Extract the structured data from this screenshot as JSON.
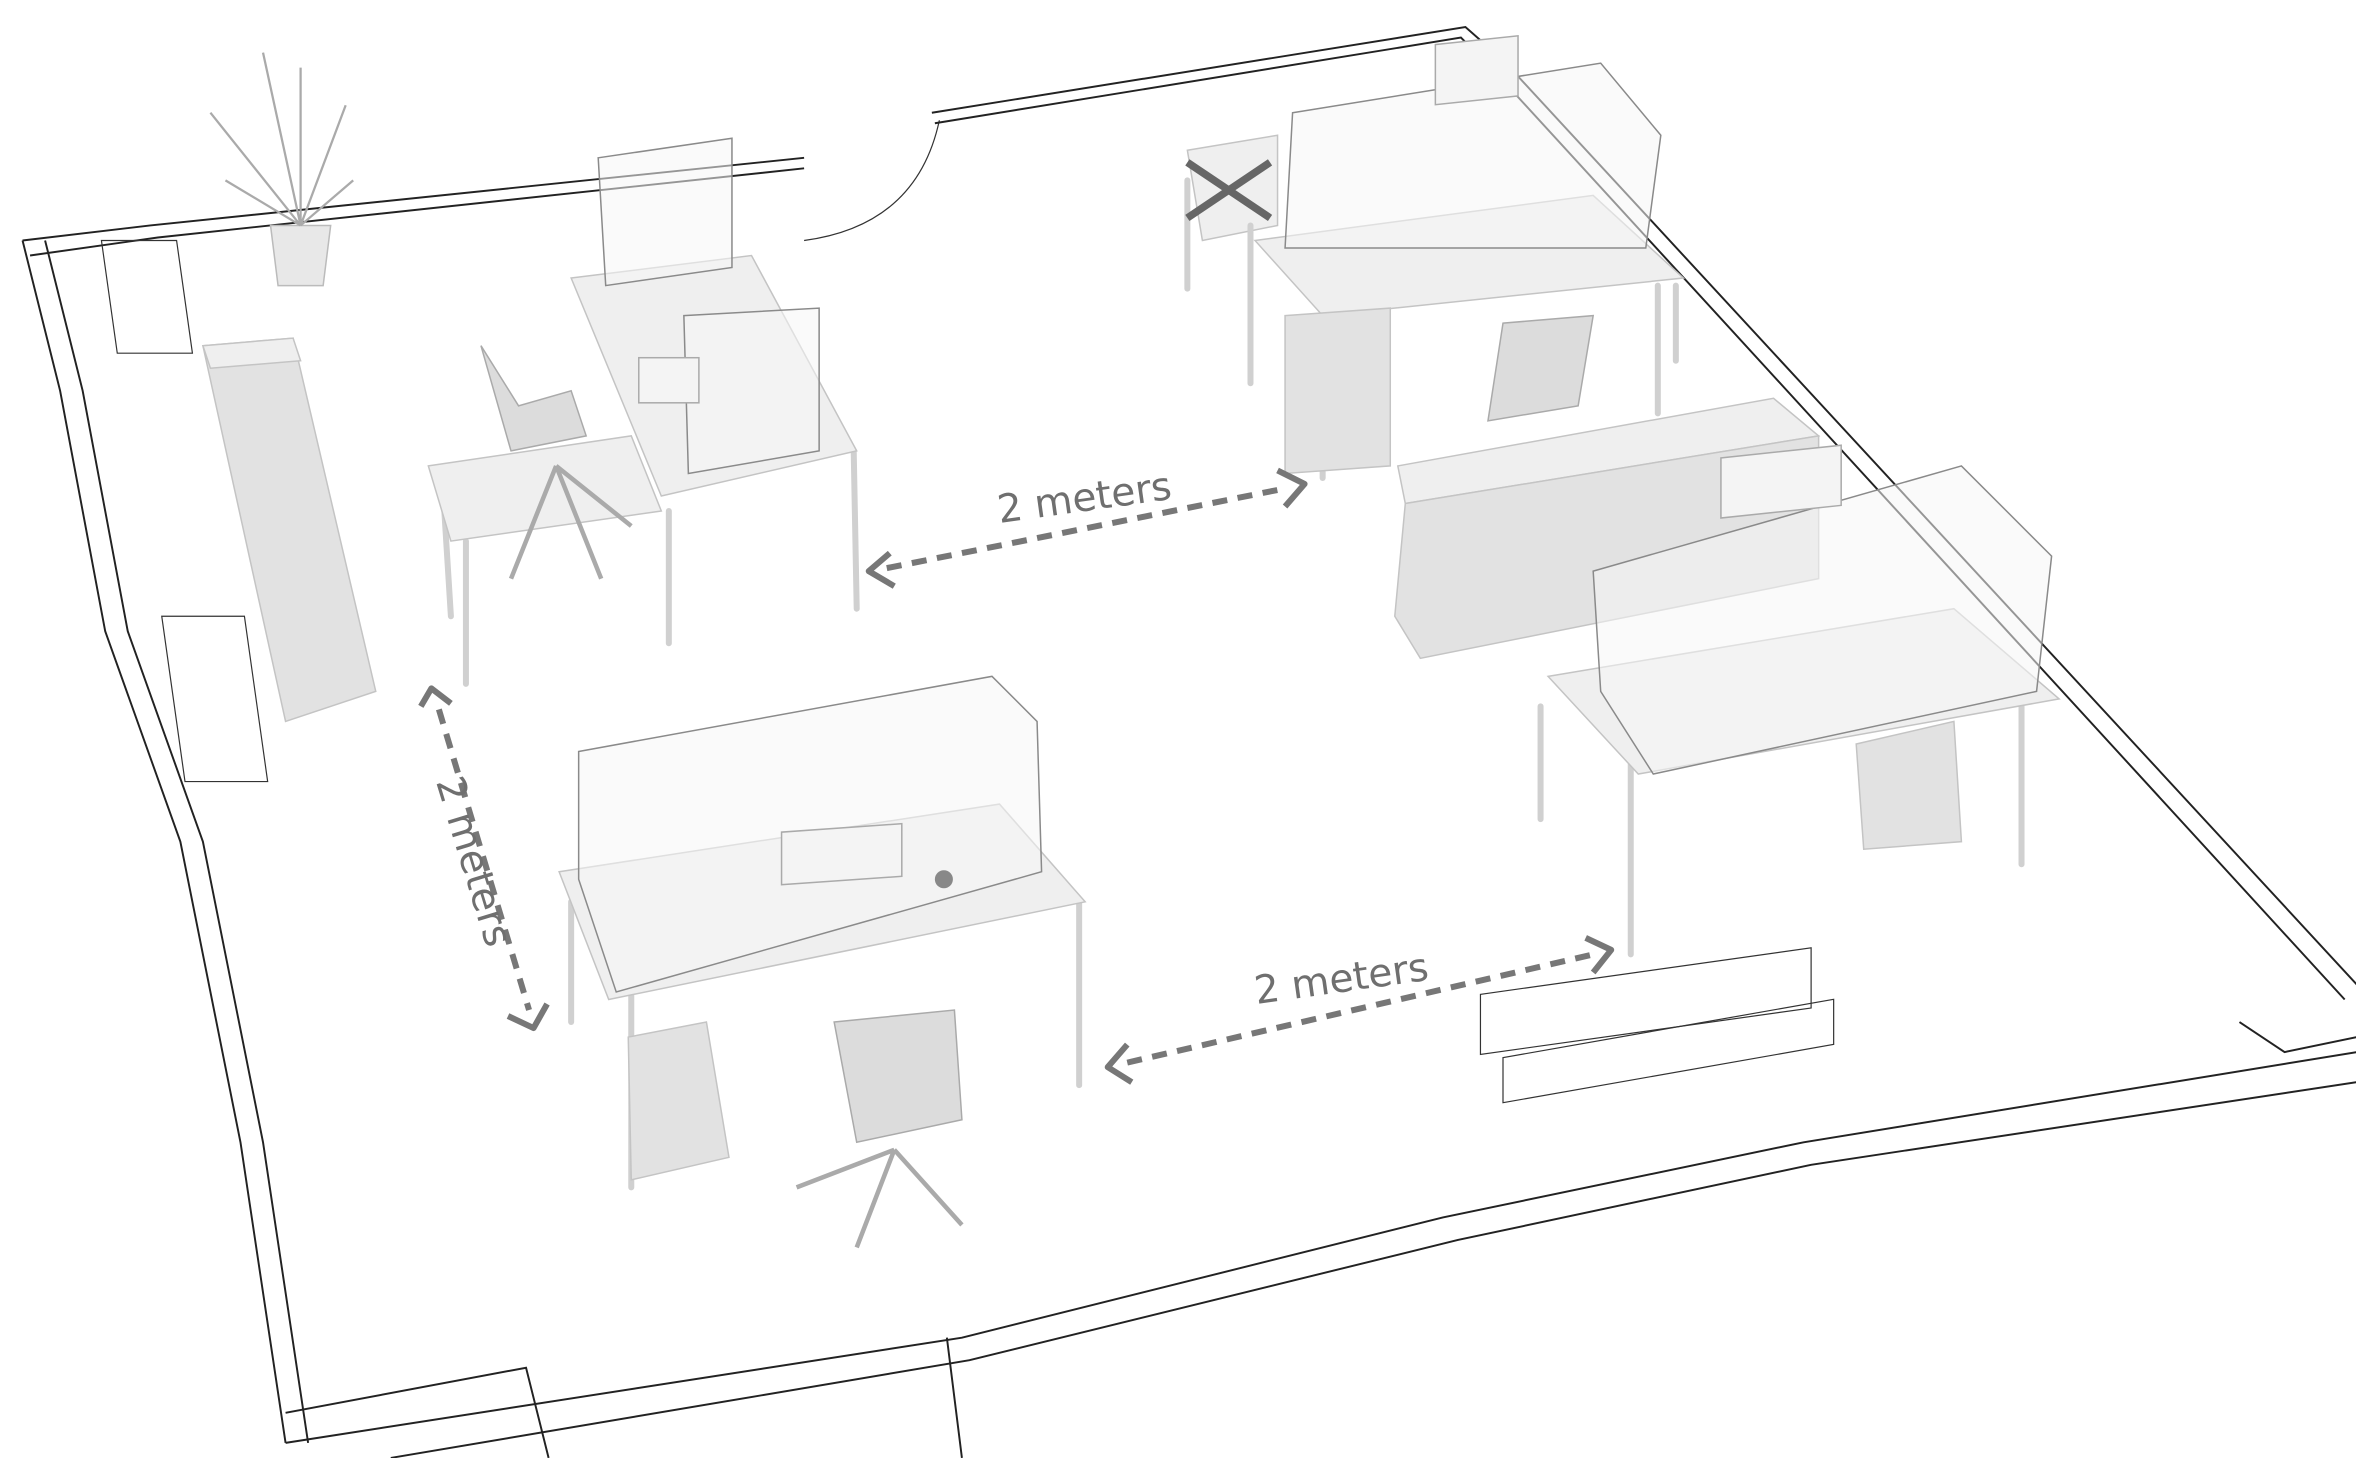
{
  "scene": {
    "title": "Office layout with 2 meter desk spacing",
    "distance_labels": {
      "top": "2 meters",
      "bottom": "2 meters",
      "left": "2 meters"
    },
    "removed_desk_mark": "X",
    "colors": {
      "arrow": "#777777",
      "furniture": "#eeeeee",
      "walls": "#222222"
    }
  }
}
